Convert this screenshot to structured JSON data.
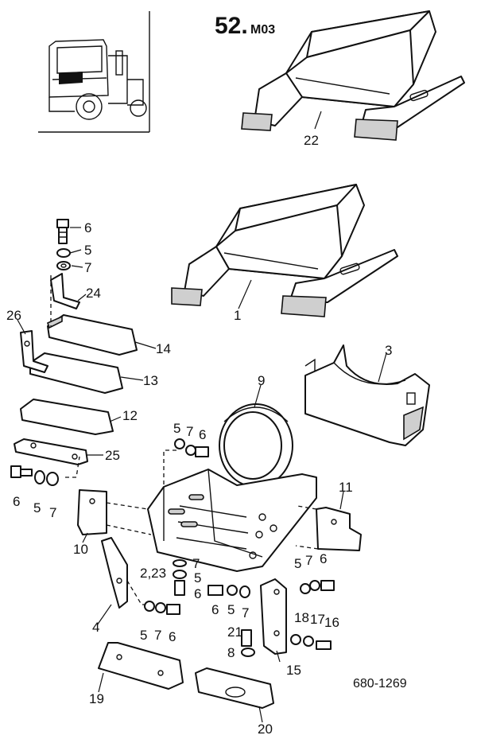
{
  "header": {
    "group_number": "52.",
    "group_suffix": "M03"
  },
  "reference_number": "680-1269",
  "callouts": [
    {
      "id": "c22",
      "text": "22"
    },
    {
      "id": "c1",
      "text": "1"
    },
    {
      "id": "c3",
      "text": "3"
    },
    {
      "id": "c9",
      "text": "9"
    },
    {
      "id": "c6a",
      "text": "6"
    },
    {
      "id": "c5a",
      "text": "5"
    },
    {
      "id": "c7a",
      "text": "7"
    },
    {
      "id": "c24",
      "text": "24"
    },
    {
      "id": "c26",
      "text": "26"
    },
    {
      "id": "c14",
      "text": "14"
    },
    {
      "id": "c13",
      "text": "13"
    },
    {
      "id": "c12",
      "text": "12"
    },
    {
      "id": "c25",
      "text": "25"
    },
    {
      "id": "c6b",
      "text": "6"
    },
    {
      "id": "c5b",
      "text": "5"
    },
    {
      "id": "c7b",
      "text": "7"
    },
    {
      "id": "c5c",
      "text": "5"
    },
    {
      "id": "c7c",
      "text": "7"
    },
    {
      "id": "c6c",
      "text": "6"
    },
    {
      "id": "c11",
      "text": "11"
    },
    {
      "id": "c10",
      "text": "10"
    },
    {
      "id": "c223",
      "text": "2,23"
    },
    {
      "id": "c7d",
      "text": "7"
    },
    {
      "id": "c5d",
      "text": "5"
    },
    {
      "id": "c6d",
      "text": "6"
    },
    {
      "id": "c5e",
      "text": "5"
    },
    {
      "id": "c7e",
      "text": "7"
    },
    {
      "id": "c6e",
      "text": "6"
    },
    {
      "id": "c6f",
      "text": "6"
    },
    {
      "id": "c5f",
      "text": "5"
    },
    {
      "id": "c7f",
      "text": "7"
    },
    {
      "id": "c4",
      "text": "4"
    },
    {
      "id": "c5g",
      "text": "5"
    },
    {
      "id": "c7g",
      "text": "7"
    },
    {
      "id": "c6g",
      "text": "6"
    },
    {
      "id": "c21",
      "text": "21"
    },
    {
      "id": "c8",
      "text": "8"
    },
    {
      "id": "c18",
      "text": "18"
    },
    {
      "id": "c17",
      "text": "17"
    },
    {
      "id": "c16",
      "text": "16"
    },
    {
      "id": "c15",
      "text": "15"
    },
    {
      "id": "c19",
      "text": "19"
    },
    {
      "id": "c20",
      "text": "20"
    }
  ]
}
